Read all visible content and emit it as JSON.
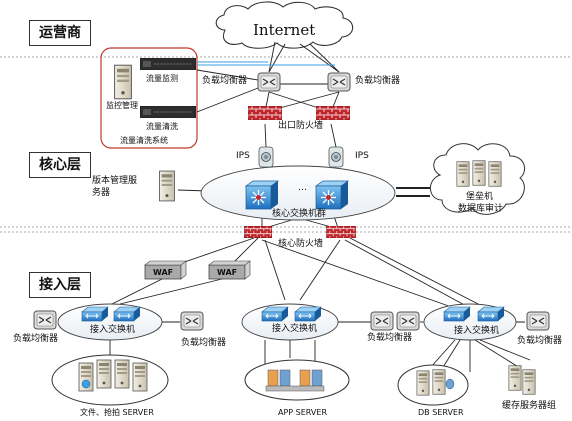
{
  "zones": {
    "carrier": "运营商",
    "core": "核心层",
    "access": "接入层"
  },
  "internet": "Internet",
  "carrier_area": {
    "traffic_monitor": "流量监测",
    "monitor_mgmt": "监控管理",
    "traffic_clean": "流量清洗",
    "system_label": "流量清洗系统",
    "lb_left": "负载均衡器",
    "lb_right": "负载均衡器",
    "egress_fw": "出口防火墙"
  },
  "core_area": {
    "ips_left": "IPS",
    "ips_right": "IPS",
    "version_server_line1": "版本管理服",
    "version_server_line2": "务器",
    "dots": "…",
    "core_switch_group": "核心交换机群",
    "core_fw": "核心防火墙",
    "bastion": "堡垒机",
    "db_audit": "数据库审计"
  },
  "access_area": {
    "waf1": "WAF",
    "waf2": "WAF",
    "switch1": "接入交换机",
    "switch2": "接入交换机",
    "switch3": "接入交换机",
    "lb_a": "负载均衡器",
    "lb_b": "负载均衡器",
    "lb_c": "负载均衡器",
    "lb_d": "负载均衡器",
    "file_server": "文件、抢拍 SERVER",
    "app_server": "APP SERVER",
    "db_server": "DB SERVER",
    "cache_server": "缓存服务器组"
  },
  "colors": {
    "firewall": "#c0272d",
    "switch_blue": "#1f6fbf",
    "cloud_border": "#333333",
    "red_box": "#c0392b",
    "dashed": "#777777",
    "link_blue": "#3aa0e0"
  }
}
